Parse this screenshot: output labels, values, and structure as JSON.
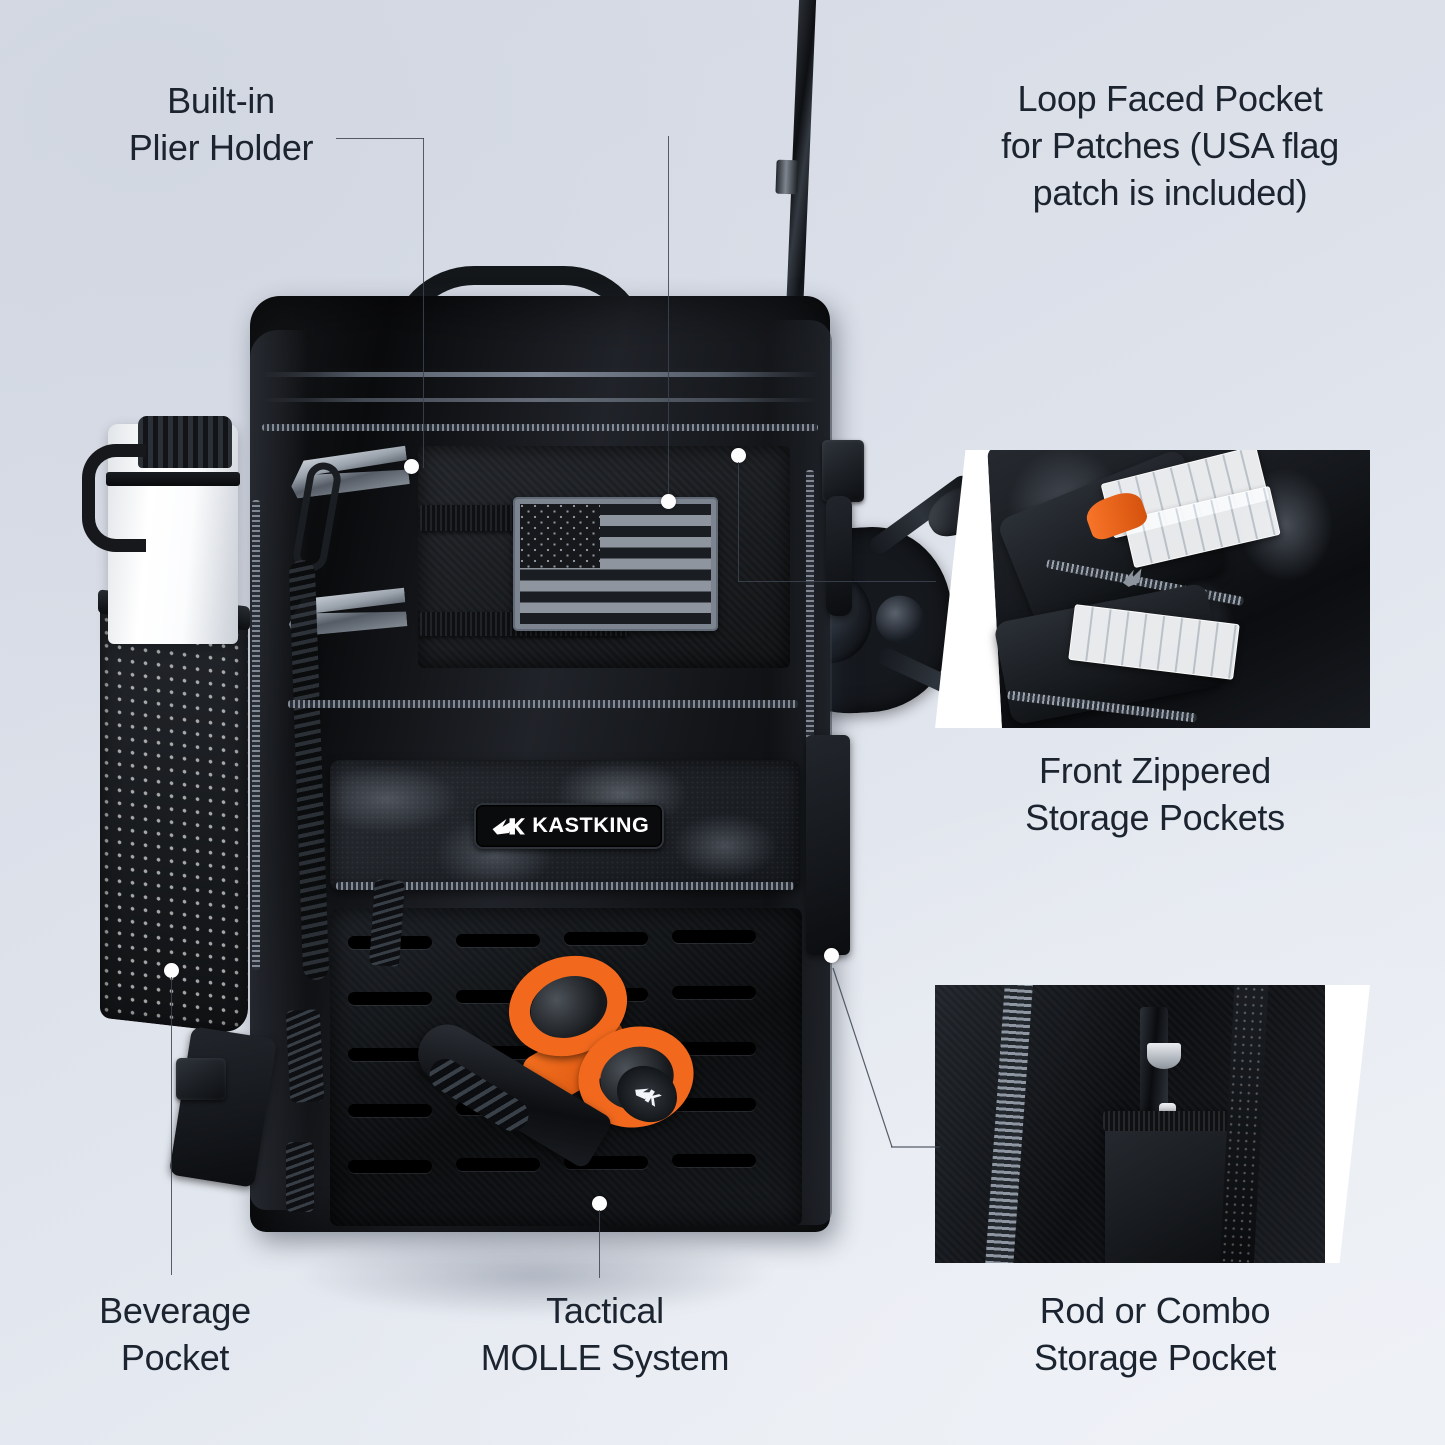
{
  "page": {
    "title": "KastKing Tactical Fishing Backpack — Feature Callouts",
    "background_top_left": "#d5dae4",
    "background_bottom_right": "#eef1f6",
    "text_color": "#1c2430",
    "leader_line_color": "#3c4450",
    "dot_color": "#ffffff",
    "accent_orange": "#f2691e"
  },
  "callouts": [
    {
      "id": "plier-holder",
      "label": "Built-in\nPlier Holder",
      "position": "top-left"
    },
    {
      "id": "loop-faced-pocket",
      "label": "Loop Faced Pocket\nfor Patches (USA flag\npatch is included)",
      "position": "top-right"
    },
    {
      "id": "front-zippered-pockets",
      "label": "Front Zippered\nStorage Pockets",
      "position": "mid-right"
    },
    {
      "id": "beverage-pocket",
      "label": "Beverage\nPocket",
      "position": "bottom-left"
    },
    {
      "id": "tactical-molle",
      "label": "Tactical\nMOLLE System",
      "position": "bottom-center"
    },
    {
      "id": "rod-combo-pocket",
      "label": "Rod or Combo\nStorage Pocket",
      "position": "bottom-right"
    }
  ],
  "product": {
    "brand_text": "KASTKING",
    "brand_mark": "kastking-fish-k-icon",
    "patch": {
      "name": "usa-flag-patch",
      "style": "subdued-grayscale",
      "stripes": 13,
      "canton_color": "#16181b",
      "stripe_light": "#8e959e",
      "border_color": "#7c848f"
    },
    "accessories": [
      {
        "name": "fishing-rod",
        "color": "#0d0f12"
      },
      {
        "name": "baitcasting-reel",
        "color": "#15181d"
      },
      {
        "name": "water-bottle",
        "color": "#ffffff"
      },
      {
        "name": "braid-scissors",
        "color": "#f2691e"
      },
      {
        "name": "plier-holder-clip",
        "color": "#9aa2ac"
      }
    ]
  },
  "insets": [
    {
      "id": "inset-front-zippered",
      "caption_ref": "front-zippered-pockets",
      "contents": "two open front zippered pockets holding clear tackle trays and an orange lure"
    },
    {
      "id": "inset-rod-combo",
      "caption_ref": "rod-combo-pocket",
      "contents": "rod butt seated in the side rod holder pocket with mesh panel"
    }
  ]
}
